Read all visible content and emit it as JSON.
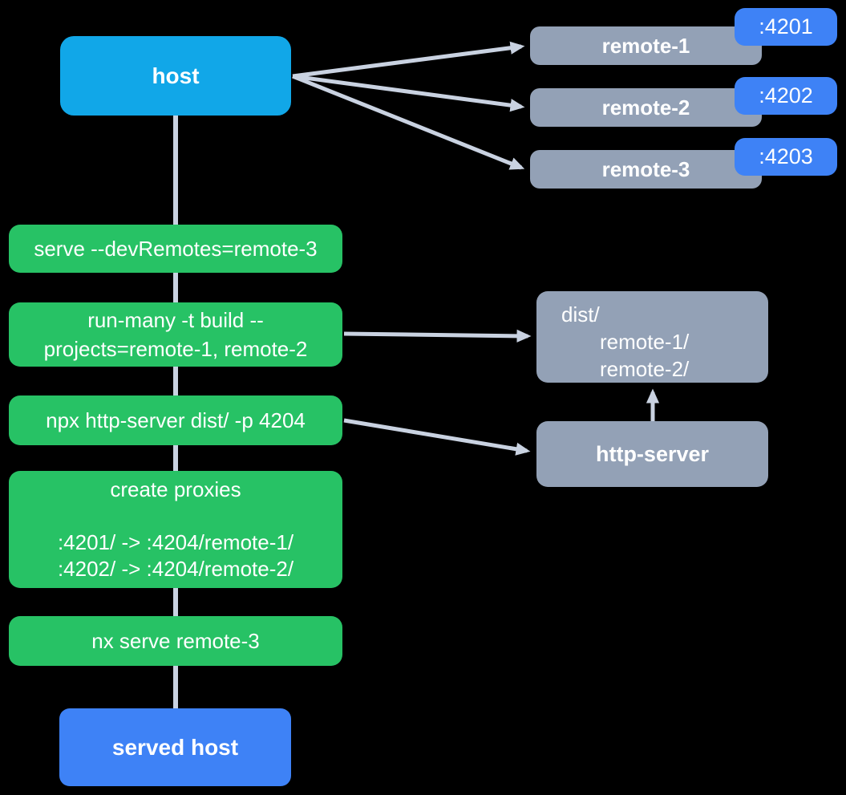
{
  "colors": {
    "background": "#000000",
    "host-fill": "#11A7E8",
    "accent-blue": "#3E82F6",
    "step-green": "#27C265",
    "node-gray": "#93A1B6",
    "edge-gray": "#C9D2E1",
    "text-white": "#FFFFFF"
  },
  "host": {
    "label": "host"
  },
  "served_host": {
    "label": "served host"
  },
  "remotes": [
    {
      "label": "remote-1",
      "port": ":4201"
    },
    {
      "label": "remote-2",
      "port": ":4202"
    },
    {
      "label": "remote-3",
      "port": ":4203"
    }
  ],
  "steps": [
    {
      "lines": [
        "serve --devRemotes=remote-3"
      ]
    },
    {
      "lines": [
        "run-many -t build --",
        "projects=remote-1, remote-2"
      ]
    },
    {
      "lines": [
        "npx http-server dist/ -p 4204"
      ]
    },
    {
      "lines": [
        "create proxies",
        ":4201/ -> :4204/remote-1/",
        ":4202/ -> :4204/remote-2/"
      ]
    },
    {
      "lines": [
        "nx serve remote-3"
      ]
    }
  ],
  "dist": {
    "lines": [
      "dist/",
      "remote-1/",
      "remote-2/"
    ]
  },
  "http_server": {
    "label": "http-server"
  }
}
